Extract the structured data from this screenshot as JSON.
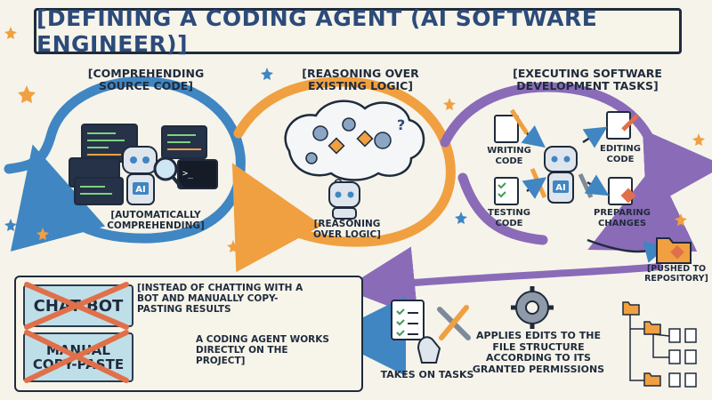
{
  "title": "[DEFINING A CODING AGENT (AI SOFTWARE ENGINEER)]",
  "stages": [
    {
      "heading": "[COMPREHENDING SOURCE CODE]",
      "caption": "[AUTOMATICALLY COMPREHENDING]",
      "badge": "AI"
    },
    {
      "heading": "[REASONING OVER EXISTING LOGIC]",
      "caption": "[REASONING OVER LOGIC]"
    },
    {
      "heading": "[EXECUTING SOFTWARE DEVELOPMENT TASKS]",
      "badge": "AI",
      "tasks": [
        "WRITING CODE",
        "EDITING CODE",
        "TESTING CODE",
        "PREPARING CHANGES"
      ]
    }
  ],
  "pushed": "[PUSHED TO REPOSITORY]",
  "comparison": {
    "crossed": [
      "CHAT BOT",
      "MANUAL COPY-PASTE"
    ],
    "instead": "[INSTEAD OF CHATTING WITH A BOT AND MANUALLY COPY-PASTING RESULTS",
    "agent": "A CODING AGENT WORKS DIRECTLY ON THE PROJECT]"
  },
  "bottom": {
    "takes": "TAKES ON TASKS",
    "applies": "APPLIES EDITS TO THE FILE STRUCTURE ACCORDING TO ITS GRANTED PERMISSIONS"
  },
  "colors": {
    "blue": "#3f86c2",
    "orange": "#f0a040",
    "purple": "#8a6bb8",
    "navy": "#1f2b3c",
    "cross": "#e0704a"
  }
}
